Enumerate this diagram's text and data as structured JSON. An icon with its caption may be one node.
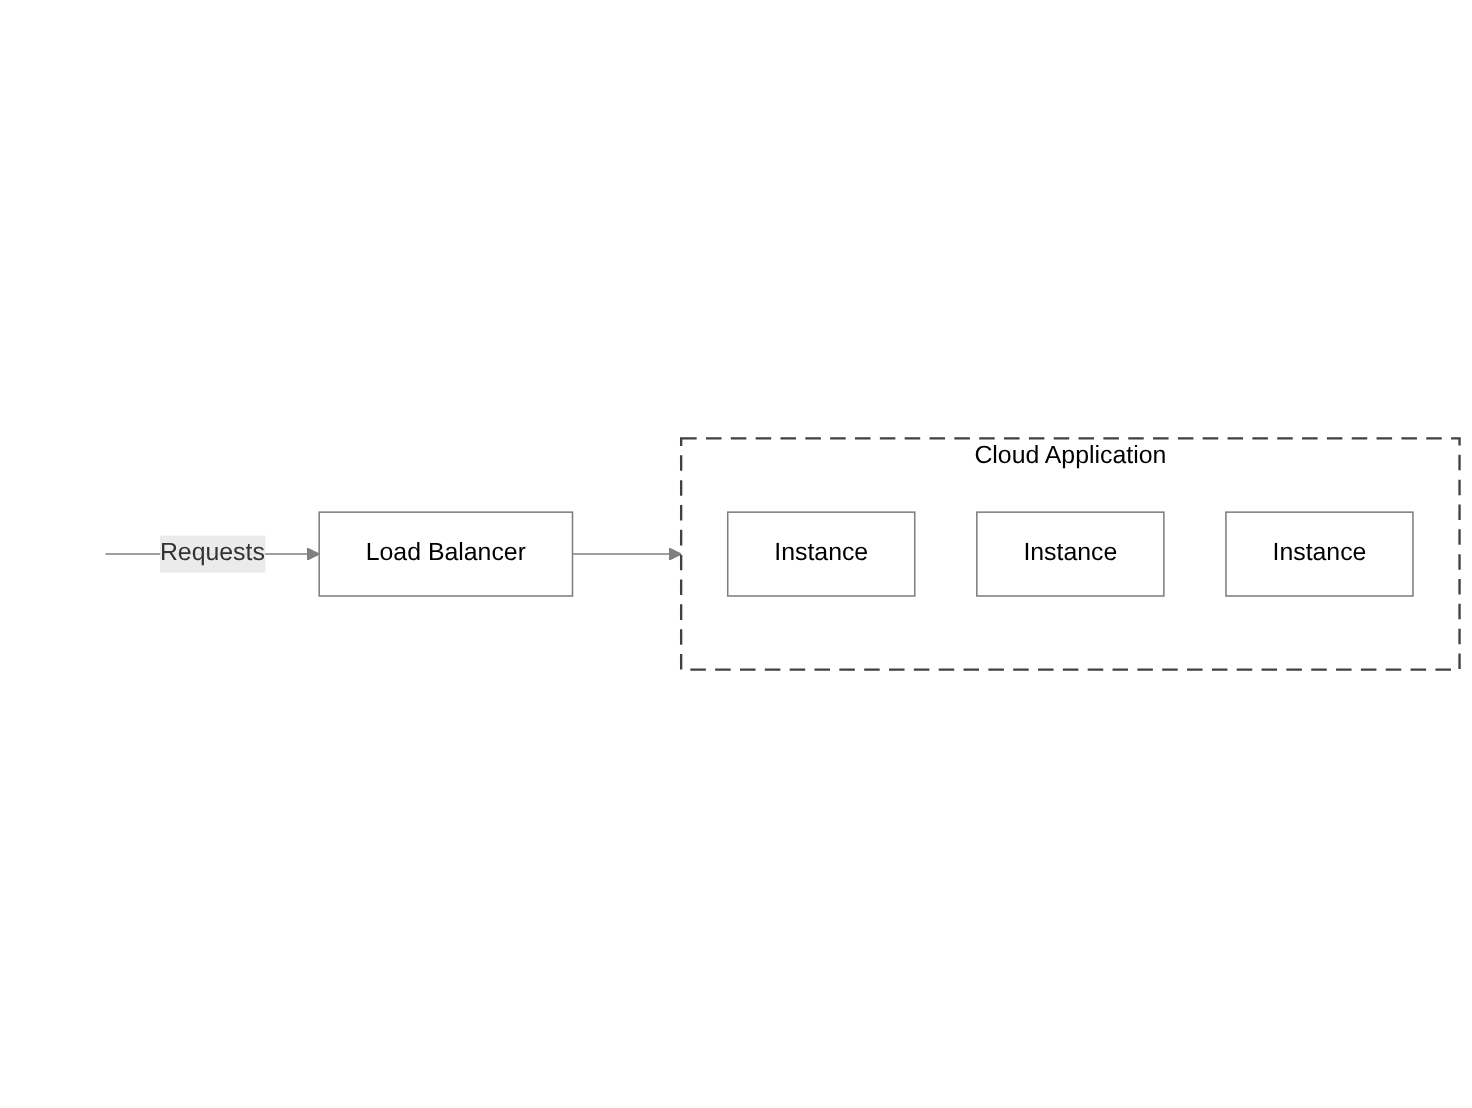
{
  "diagram": {
    "nodes": [
      {
        "text": [
          "Load Balancer"
        ]
      },
      {
        "text": [
          "Cloud Application"
        ]
      },
      {
        "text": [
          "Instance"
        ],
        "in": 1
      },
      {
        "text": [
          "Instance"
        ],
        "in": 1
      },
      {
        "text": [
          "Instance"
        ],
        "in": 1
      }
    ],
    "edges": [
      {
        "from": null,
        "to": 0,
        "arrow": "to",
        "label": "Requests"
      },
      {
        "from": 0,
        "to": 1,
        "arrow": "to"
      }
    ]
  }
}
